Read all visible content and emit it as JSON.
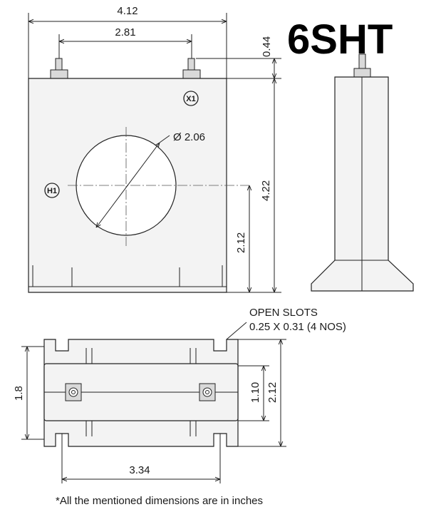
{
  "title": "6SHT",
  "front_view": {
    "overall_width": "4.12",
    "terminal_spacing": "2.81",
    "terminal_height": "0.44",
    "overall_height": "4.22",
    "window_center_height": "2.12",
    "window_diameter": "Ø 2.06",
    "terminal_primary": "H1",
    "terminal_secondary": "X1"
  },
  "bottom_view": {
    "note_line1": "OPEN SLOTS",
    "note_line2": "0.25 X 0.31 (4 NOS)",
    "base_depth": "1.8",
    "body_depth": "1.10",
    "overall_depth": "2.12",
    "slot_spacing": "3.34"
  },
  "footnote": "*All the mentioned dimensions are in inches"
}
